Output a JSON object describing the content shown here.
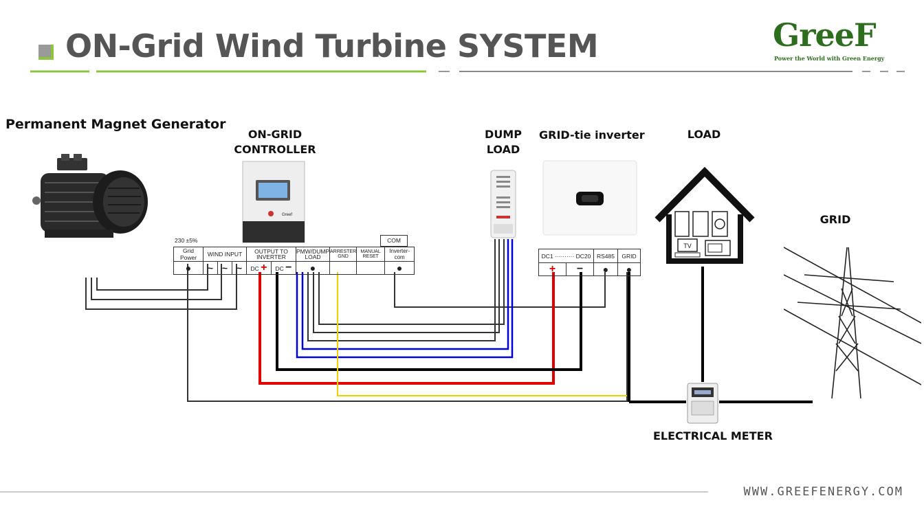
{
  "title": "ON-Grid Wind Turbine SYSTEM",
  "logo": {
    "text": "GreeF",
    "tagline": "Power the World with Green Energy"
  },
  "labels": {
    "generator": "Permanent Magnet Generator",
    "controller_line1": "ON-GRID",
    "controller_line2": "CONTROLLER",
    "dump_line1": "DUMP",
    "dump_line2": "LOAD",
    "inverter": "GRID-tie inverter",
    "load": "LOAD",
    "grid": "GRID",
    "meter": "ELECTRICAL METER"
  },
  "controller_panel": {
    "voltage": "230 ±5%",
    "com": "COM",
    "headers": [
      "Grid Power",
      "WIND INPUT",
      "OUTPUT TO INVERTER",
      "PMW/DUMP LOAD",
      "ARRESTER GND",
      "MANUAL RESET",
      "Inverter-com"
    ],
    "dc_plus": "DC",
    "dc_minus": "DC",
    "tilde": "~",
    "dot": "●"
  },
  "inverter_panel": {
    "headers": [
      "DC1 ·········· DC20",
      "RS485",
      "GRID"
    ],
    "plus": "+",
    "minus": "−",
    "dot": "●"
  },
  "appliances": {
    "tv": "TV"
  },
  "device_text": {
    "controller_brand": "Greef"
  },
  "website": "WWW.GREEFENERGY.COM",
  "colors": {
    "accent_green": "#8cc63f",
    "logo_green": "#2d6e1e",
    "wire_red": "#e00000",
    "wire_black": "#000000",
    "wire_blue": "#0000dd",
    "wire_yellow": "#f2d000",
    "wire_brown": "#333333"
  }
}
